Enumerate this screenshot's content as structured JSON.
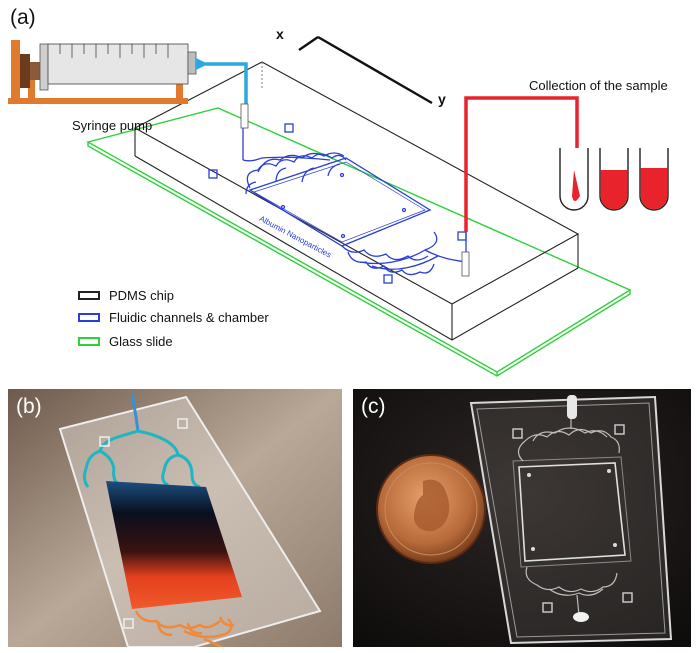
{
  "panel_a": {
    "letter": "(a)",
    "axis_x": "x",
    "axis_y": "y",
    "syringe_label": "Syringe pump",
    "collection_label": "Collection of the sample",
    "chip_engraving": "Albumin Nanoparticles",
    "legend": [
      {
        "label": "PDMS chip",
        "color": "#222222"
      },
      {
        "label": "Fluidic channels & chamber",
        "color": "#2a3fd6"
      },
      {
        "label": "Glass slide",
        "color": "#2ed13a"
      }
    ]
  },
  "panel_b": {
    "letter": "(b)"
  },
  "panel_c": {
    "letter": "(c)"
  },
  "colors": {
    "inflow_blue": "#29a9e0",
    "outflow_red": "#e8232c",
    "pump_orange": "#e07a2e",
    "channel_blue": "#2a3fd6",
    "slide_green": "#2ed13a"
  }
}
